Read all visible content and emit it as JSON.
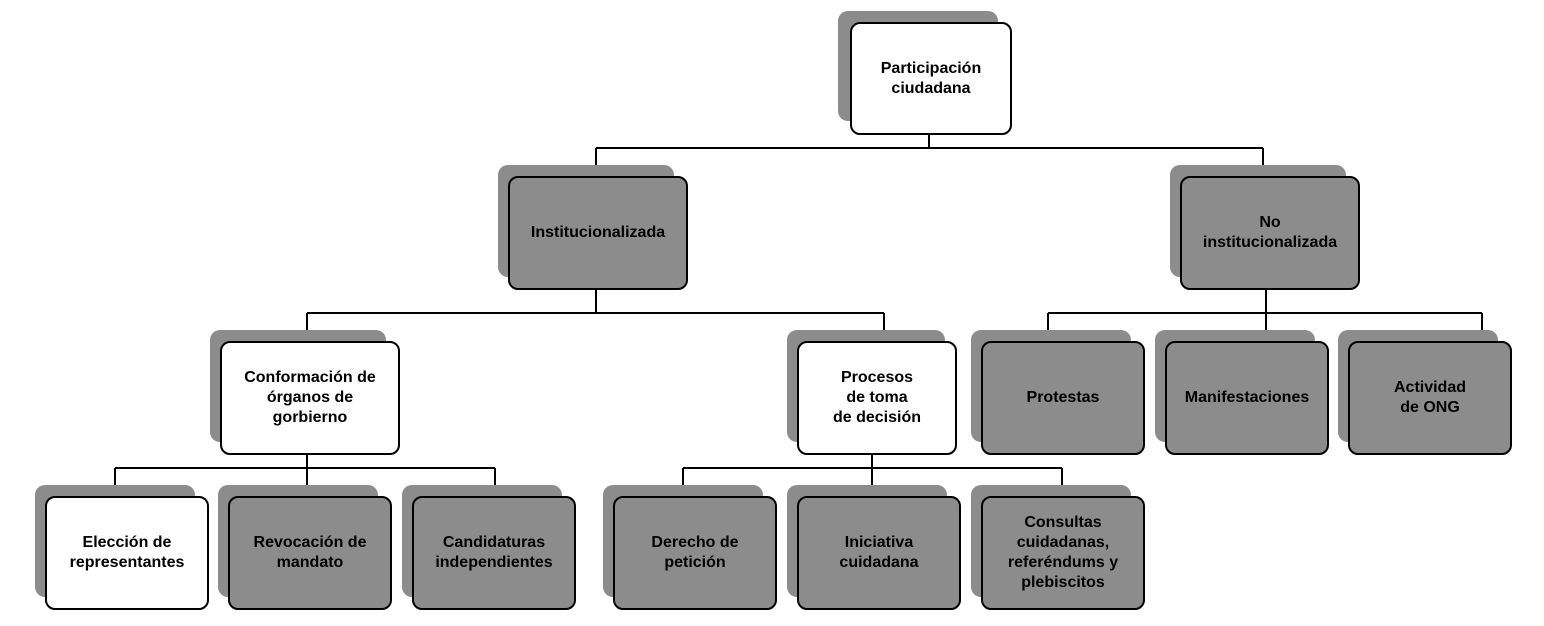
{
  "colors": {
    "shadow": "#8c8c8c",
    "white_fill": "#ffffff",
    "gray_fill": "#8c8c8c",
    "border": "#000000",
    "connector": "#000000"
  },
  "nodes": {
    "root": {
      "label": "Participación\nciudadana",
      "fill": "white"
    },
    "institucionalizada": {
      "label": "Institucionalizada",
      "fill": "gray"
    },
    "no_institucionalizada": {
      "label": "No\ninstitucionalizada",
      "fill": "gray"
    },
    "conformacion": {
      "label": "Conformación de\nórganos de\ngorbierno",
      "fill": "white"
    },
    "procesos": {
      "label": "Procesos\nde toma\nde decisión",
      "fill": "white"
    },
    "protestas": {
      "label": "Protestas",
      "fill": "gray"
    },
    "manifestaciones": {
      "label": "Manifestaciones",
      "fill": "gray"
    },
    "actividad_ong": {
      "label": "Actividad\nde ONG",
      "fill": "gray"
    },
    "eleccion": {
      "label": "Elección de\nrepresentantes",
      "fill": "white"
    },
    "revocacion": {
      "label": "Revocación de\nmandato",
      "fill": "gray"
    },
    "candidaturas": {
      "label": "Candidaturas\nindependientes",
      "fill": "gray"
    },
    "derecho_peticion": {
      "label": "Derecho de\npetición",
      "fill": "gray"
    },
    "iniciativa": {
      "label": "Iniciativa\ncuidadana",
      "fill": "gray"
    },
    "consultas": {
      "label": "Consultas\ncuidadanas,\nreferéndums y\nplebiscitos",
      "fill": "gray"
    }
  }
}
